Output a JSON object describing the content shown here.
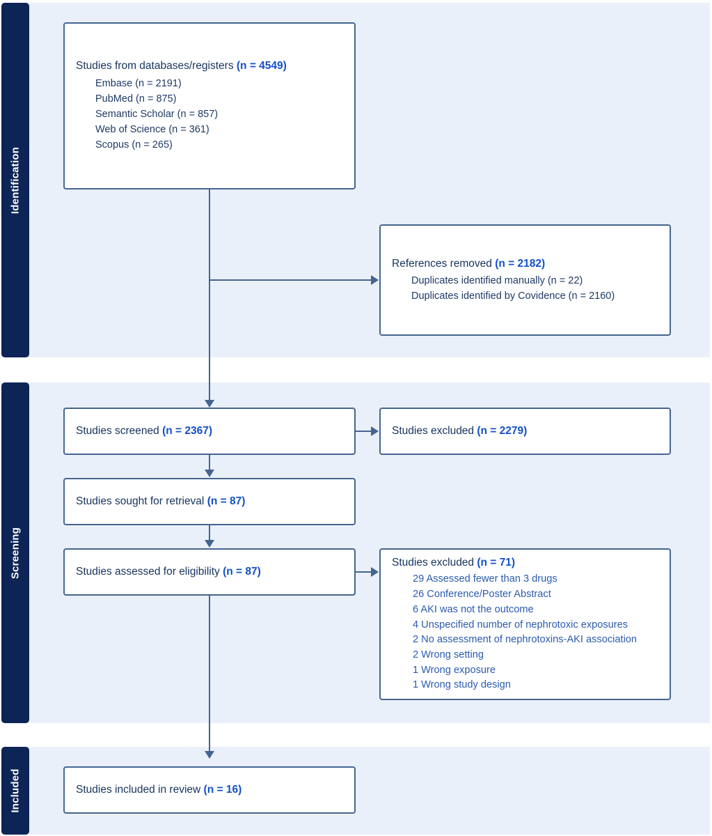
{
  "stages": [
    {
      "id": "identification",
      "label": "Identification"
    },
    {
      "id": "screening",
      "label": "Screening"
    },
    {
      "id": "included",
      "label": "Included"
    }
  ],
  "boxes": {
    "identification": {
      "title_text": "Studies from databases/registers ",
      "title_count": "(n = 4549)",
      "sources": [
        "Embase (n = 2191)",
        "PubMed (n = 875)",
        "Semantic Scholar (n = 857)",
        "Web of Science (n = 361)",
        "Scopus (n = 265)"
      ]
    },
    "references_removed": {
      "title_text": "References removed ",
      "title_count": "(n = 2182)",
      "details": [
        "Duplicates identified manually (n = 22)",
        "Duplicates identified by Covidence (n = 2160)"
      ]
    },
    "screened": {
      "title_text": "Studies screened ",
      "title_count": "(n = 2367)"
    },
    "excluded_screening": {
      "title_text": "Studies excluded ",
      "title_count": "(n = 2279)"
    },
    "sought_retrieval": {
      "title_text": "Studies sought for retrieval ",
      "title_count": "(n = 87)"
    },
    "assessed_eligibility": {
      "title_text": "Studies assessed for eligibility ",
      "title_count": "(n = 87)"
    },
    "excluded_eligibility": {
      "title_text": "Studies excluded ",
      "title_count": "(n = 71)",
      "reasons": [
        "29 Assessed fewer than 3 drugs",
        "26 Conference/Poster Abstract",
        "6 AKI was not the outcome",
        "4 Unspecified number of nephrotoxic exposures",
        "2 No assessment of nephrotoxins-AKI association",
        "2 Wrong setting",
        "1 Wrong exposure",
        "1 Wrong study design"
      ]
    },
    "included": {
      "title_text": "Studies included in review ",
      "title_count": "(n = 16)"
    }
  },
  "colors": {
    "stage_bar": "#0d2456",
    "panel_background": "#eaf0fa",
    "box_border": "#45648f",
    "heading_text": "#16335e",
    "count_text": "#1450c8",
    "sub_text": "#1f3a66",
    "reason_text": "#2b5bb0",
    "connector": "#45648f"
  }
}
